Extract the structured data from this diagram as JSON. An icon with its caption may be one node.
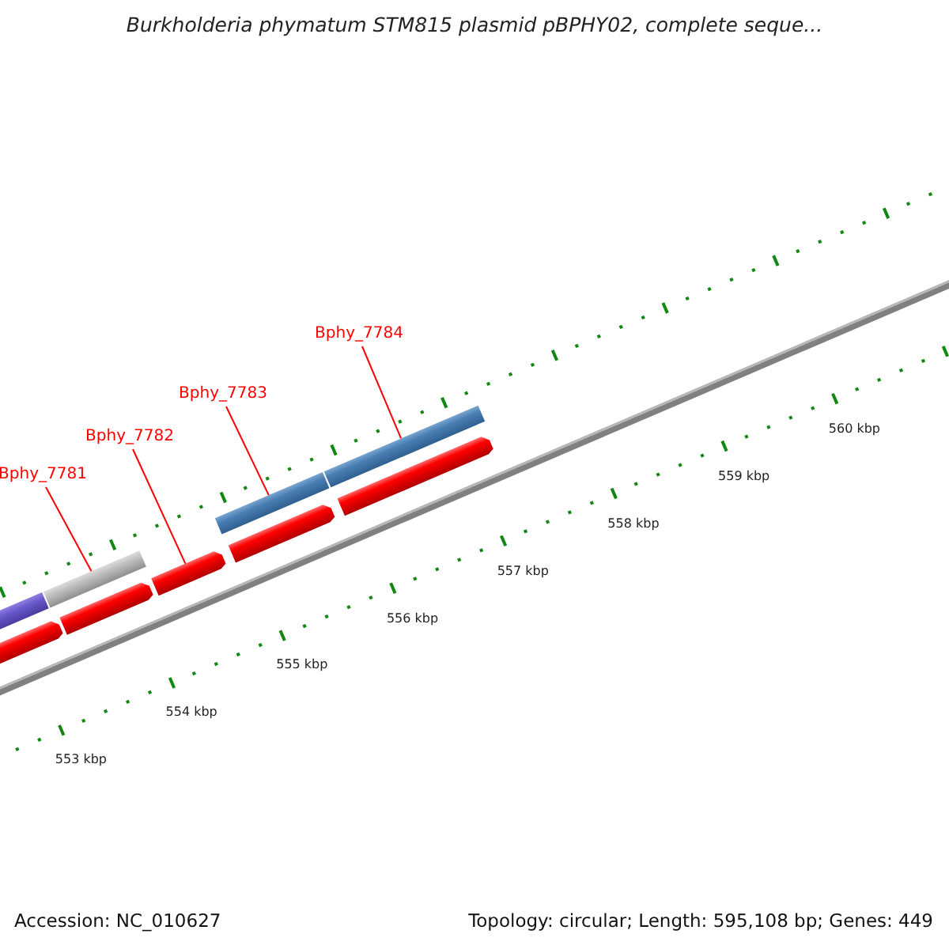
{
  "diagram": {
    "title": "Burkholderia phymatum STM815 plasmid pBPHY02, complete seque...",
    "nodes": [
      {
        "text": [
          "Bphy_7781"
        ]
      },
      {
        "text": [
          "Bphy_7782"
        ]
      },
      {
        "text": [
          "Bphy_7783"
        ]
      },
      {
        "text": [
          "Bphy_7784"
        ]
      },
      {
        "text": [],
        "shape": "bar"
      },
      {
        "text": [],
        "shape": "bar"
      },
      {
        "text": [],
        "shape": "bar"
      },
      {
        "text": [],
        "shape": "bar"
      }
    ],
    "edges": [
      {
        "from": 0,
        "to": 4,
        "arrow": "none"
      },
      {
        "from": 1,
        "to": 5,
        "arrow": "none"
      },
      {
        "from": 2,
        "to": 6,
        "arrow": "none"
      },
      {
        "from": 3,
        "to": 7,
        "arrow": "none"
      }
    ],
    "labels": [
      "553 kbp",
      "554 kbp",
      "555 kbp",
      "556 kbp",
      "557 kbp",
      "558 kbp",
      "559 kbp",
      "560 kbp",
      "Accession: NC_010627",
      "Topology: circular; Length: 595,108 bp; Genes: 449"
    ]
  }
}
